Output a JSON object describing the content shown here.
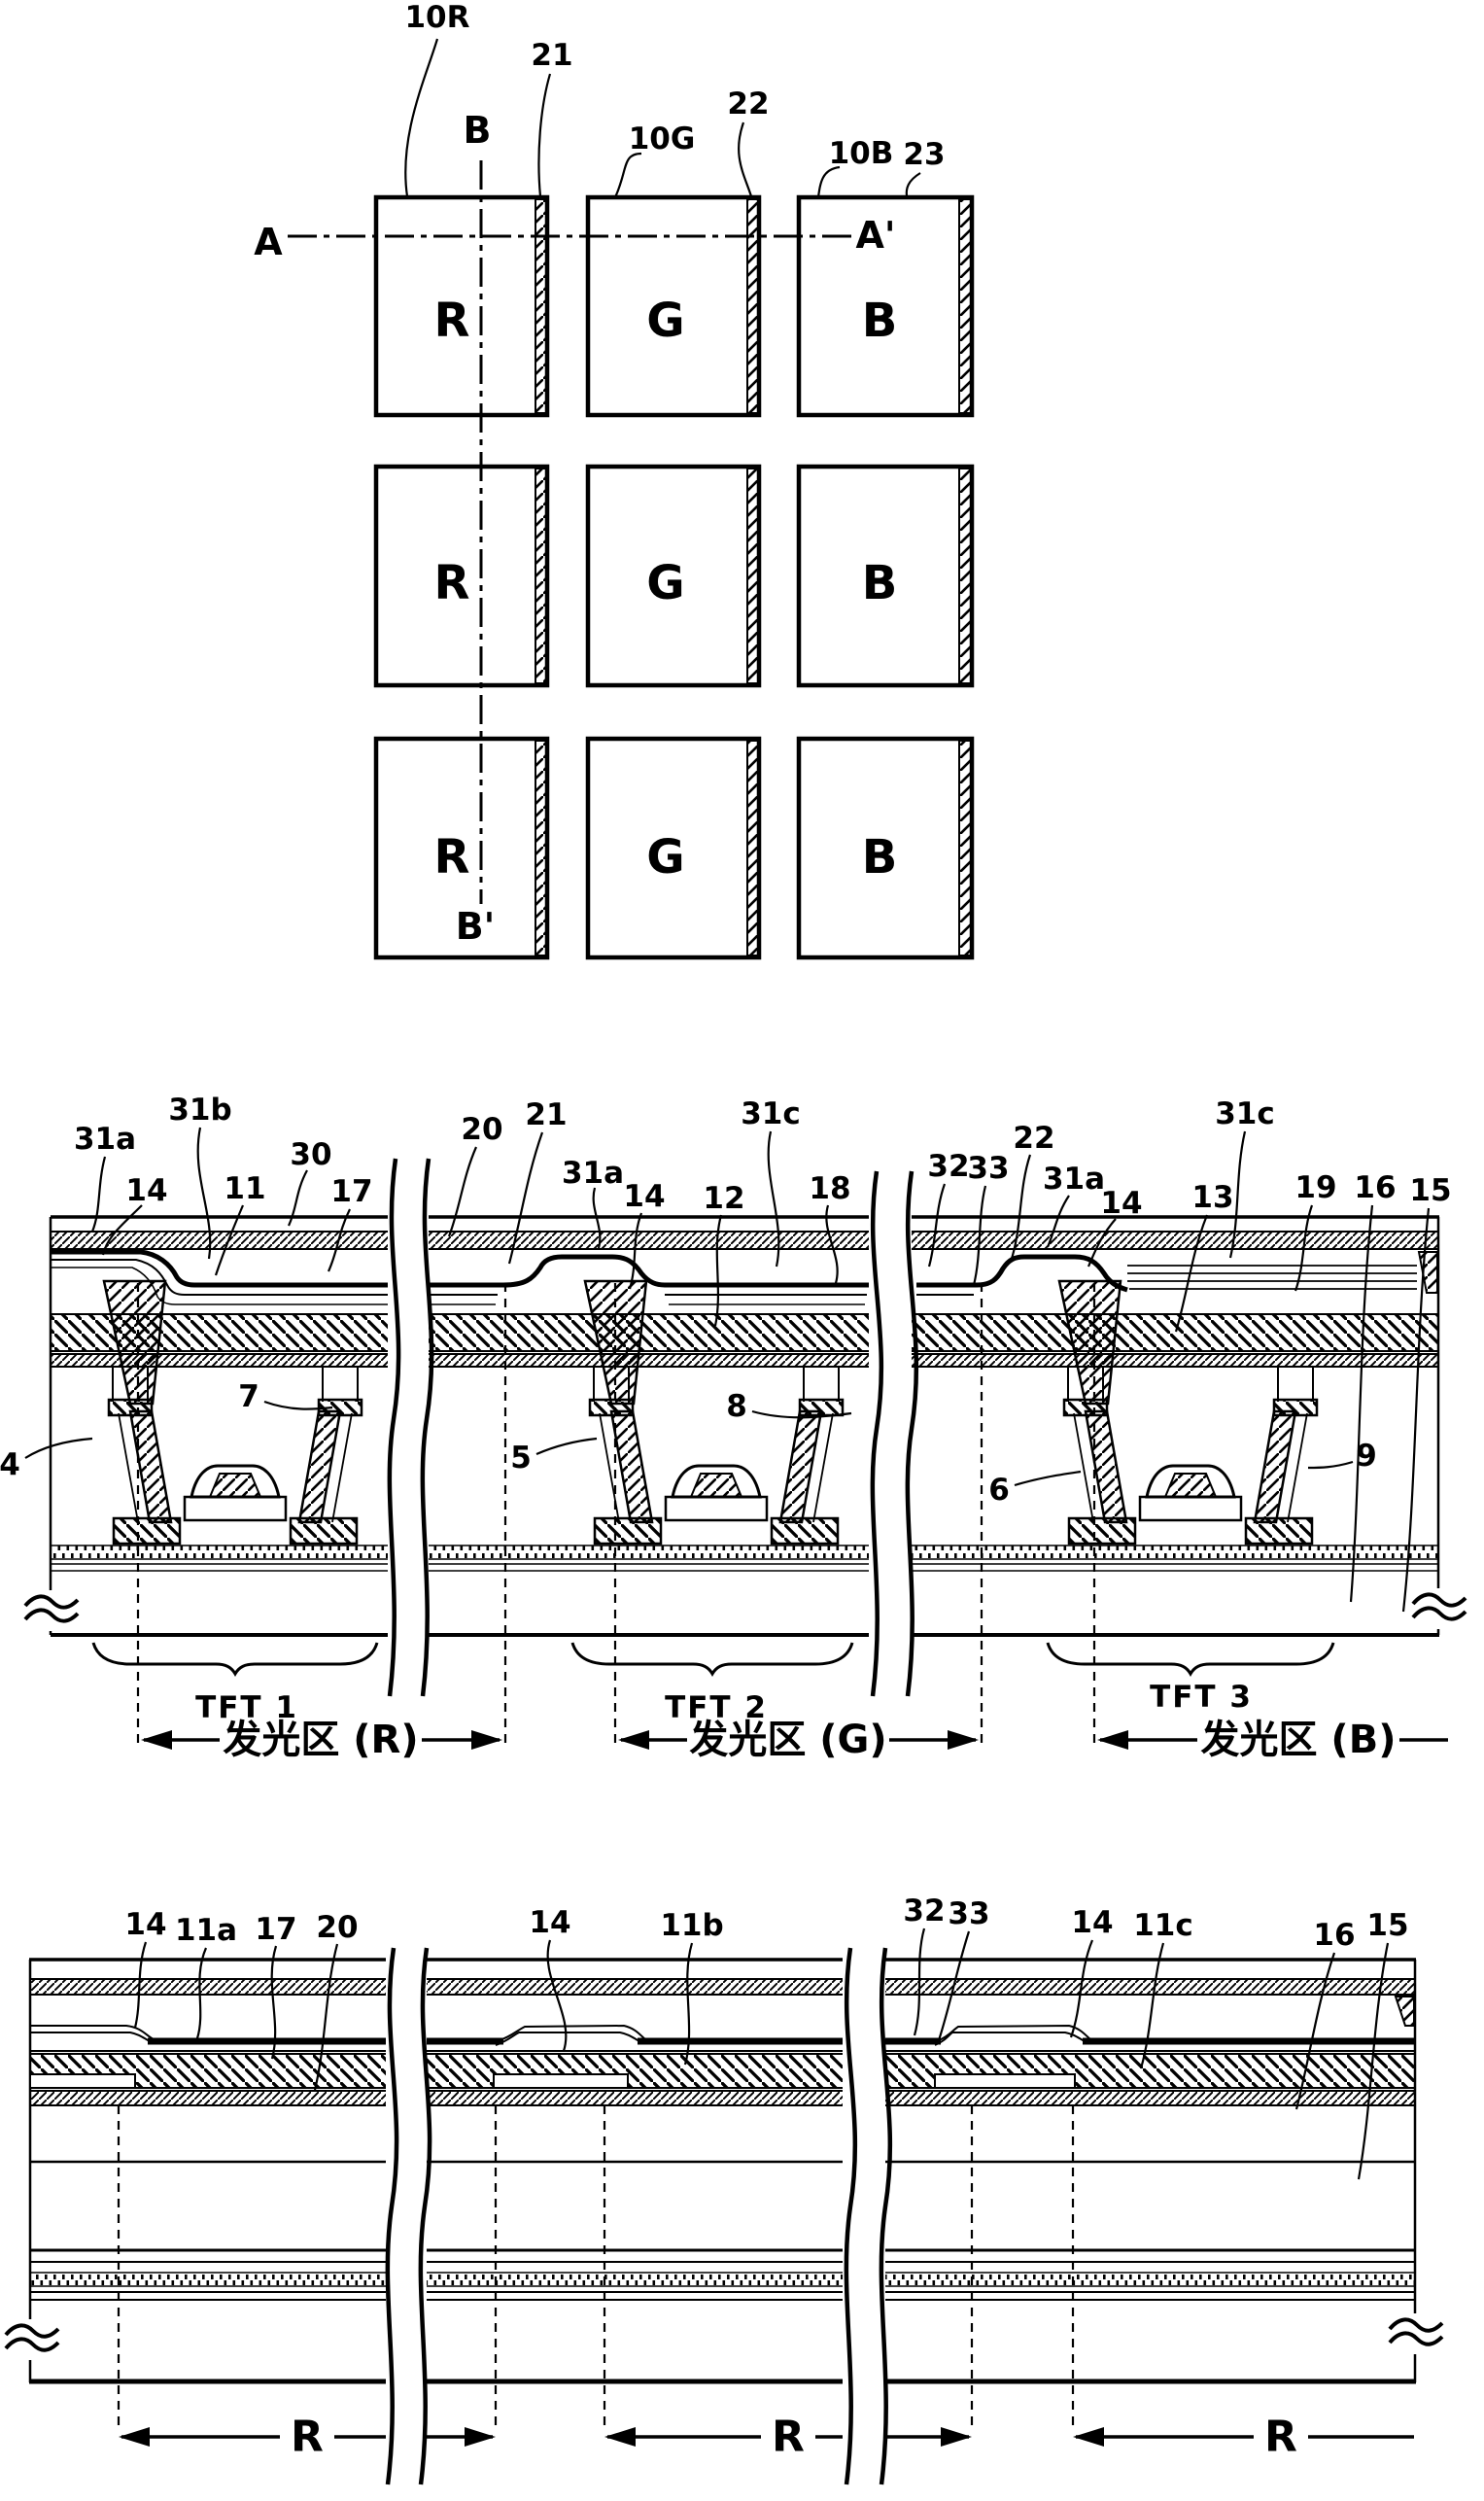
{
  "figure": {
    "kind": "patent-diagram",
    "ink_color": "#000000",
    "paper_color": "#ffffff"
  },
  "pixel_grid": {
    "cells": [
      [
        "R",
        "G",
        "B"
      ],
      [
        "R",
        "G",
        "B"
      ],
      [
        "R",
        "G",
        "B"
      ]
    ],
    "callouts": {
      "col_r": "10R",
      "sep_r": "21",
      "col_g": "10G",
      "sep_g": "22",
      "col_b": "10B",
      "sep_b": "23",
      "section_a_start": "A",
      "section_a_end": "A'",
      "section_b_start": "B",
      "section_b_end": "B'"
    }
  },
  "cross_section_aa": {
    "top_labels": [
      "31a",
      "31b",
      "14",
      "11",
      "30",
      "17",
      "20",
      "21",
      "31a",
      "14",
      "12",
      "31c",
      "18",
      "32",
      "33",
      "22",
      "31a",
      "14",
      "13",
      "31c",
      "19",
      "16",
      "15"
    ],
    "inner_labels": [
      "4",
      "7",
      "5",
      "8",
      "6",
      "9"
    ],
    "tft_labels": [
      "TFT 1",
      "TFT 2",
      "TFT 3"
    ],
    "region_labels": [
      "发光区 (R)",
      "发光区 (G)",
      "发光区 (B)"
    ]
  },
  "cross_section_bb": {
    "top_labels": [
      "14",
      "11a",
      "17",
      "20",
      "14",
      "11b",
      "32",
      "33",
      "14",
      "11c",
      "16",
      "15"
    ],
    "region_labels": [
      "R",
      "R",
      "R"
    ]
  }
}
